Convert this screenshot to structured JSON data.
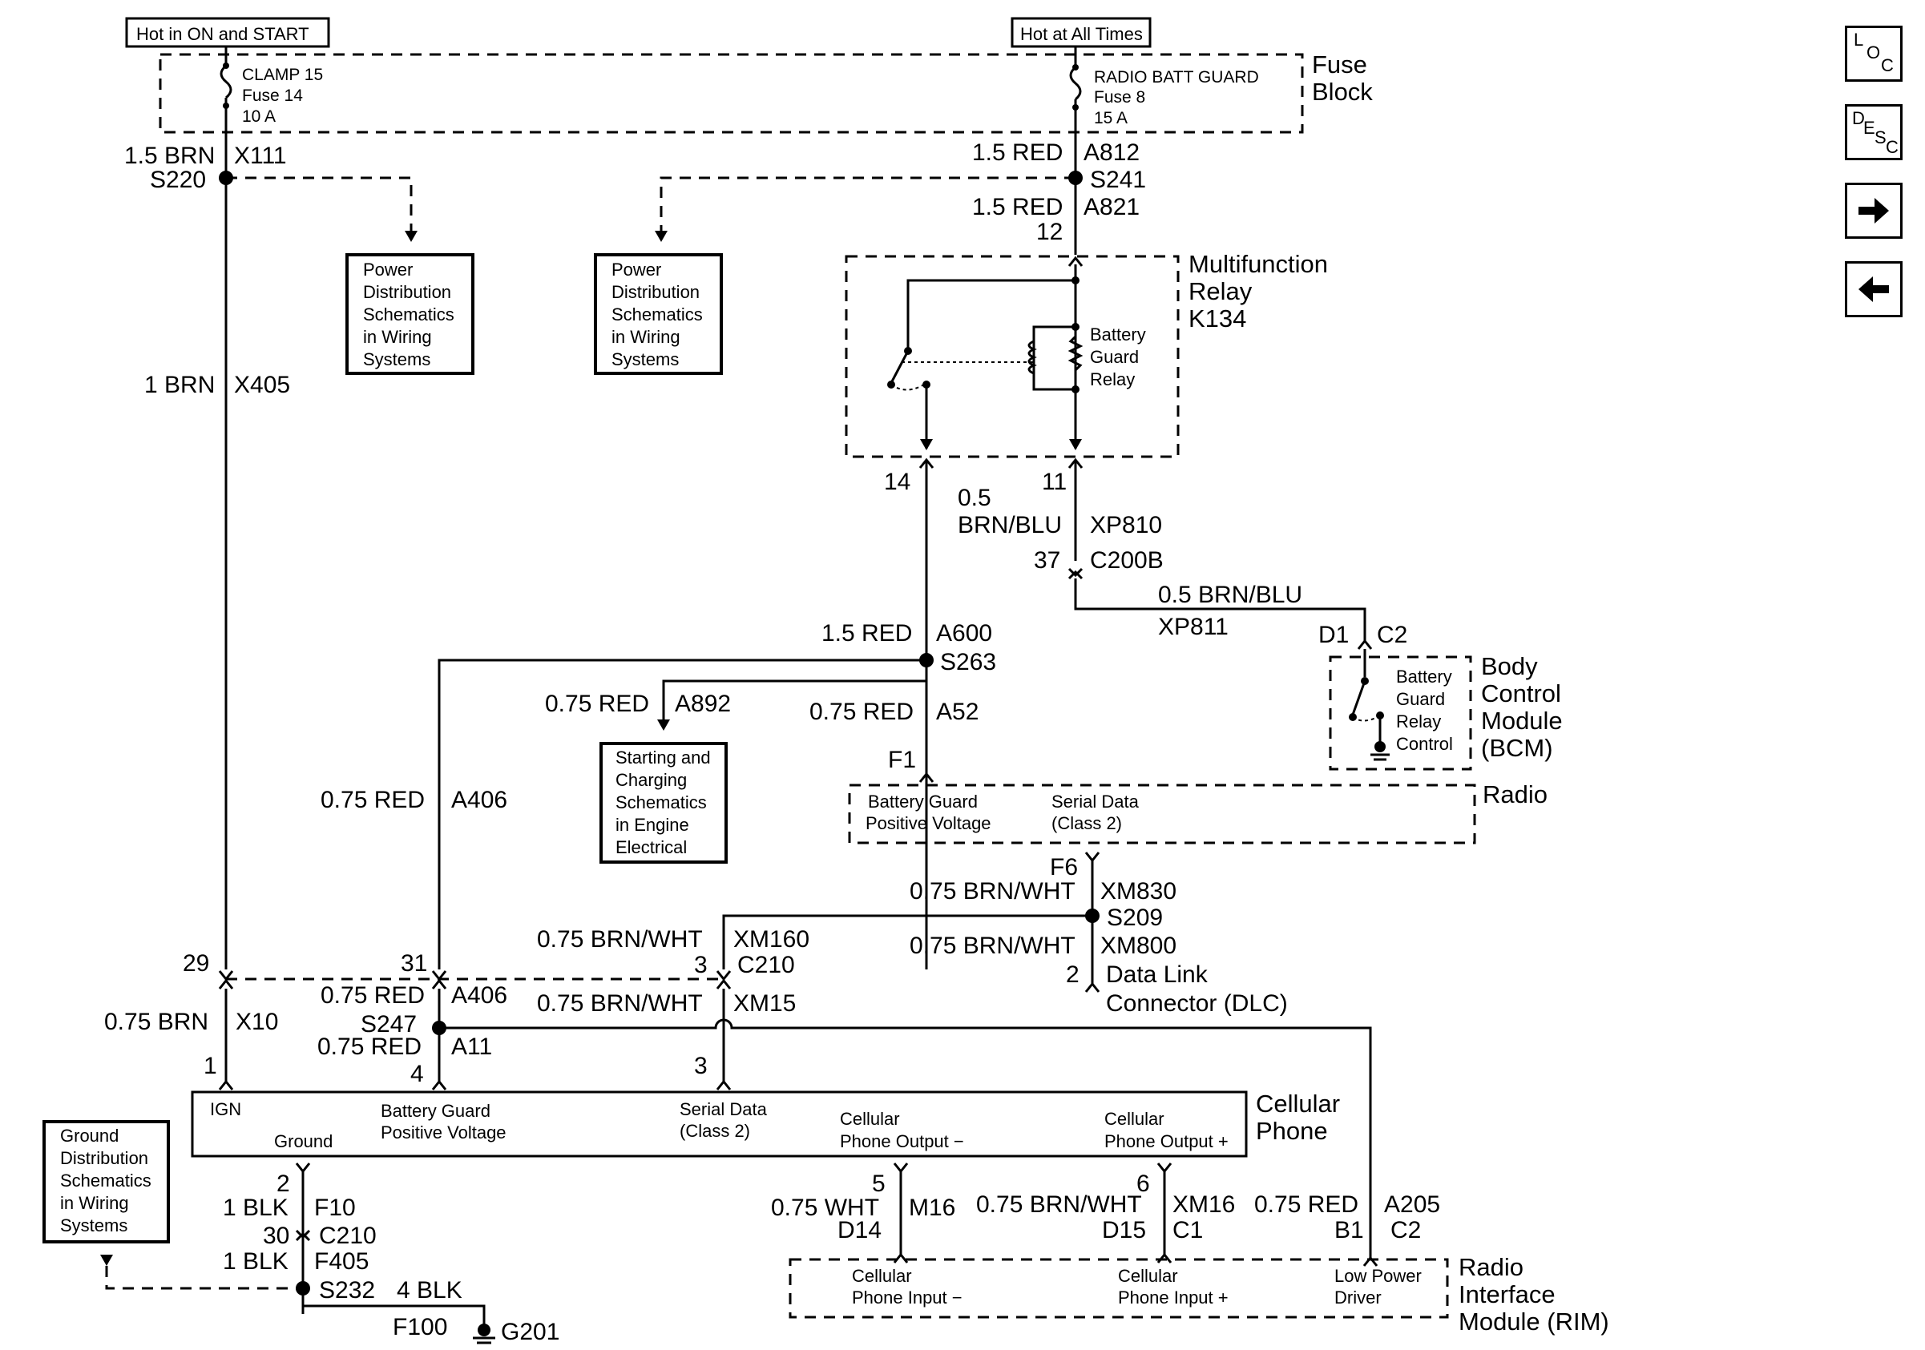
{
  "labels": {
    "hot_on_start": "Hot in ON and START",
    "hot_all_times": "Hot at All Times",
    "fuse_block_1": "Fuse",
    "fuse_block_2": "Block",
    "fuse14_a": "CLAMP 15",
    "fuse14_b": "Fuse 14",
    "fuse14_c": "10 A",
    "fuse8_a": "RADIO BATT GUARD",
    "fuse8_b": "Fuse 8",
    "fuse8_c": "15 A",
    "w_15brn": "1.5 BRN",
    "c_x111": "X111",
    "s220": "S220",
    "w_15red_a": "1.5 RED",
    "c_a812": "A812",
    "s241": "S241",
    "w_15red_b": "1.5 RED",
    "c_a821": "A821",
    "pin12": "12",
    "pd1": [
      "Power",
      "Distribution",
      "Schematics",
      "in Wiring",
      "Systems"
    ],
    "pd2": [
      "Power",
      "Distribution",
      "Schematics",
      "in Wiring",
      "Systems"
    ],
    "w_1brn": "1 BRN",
    "c_x405": "X405",
    "relay_1": "Multifunction",
    "relay_2": "Relay",
    "relay_3": "K134",
    "bgr_1": "Battery",
    "bgr_2": "Guard",
    "bgr_3": "Relay",
    "pin14": "14",
    "pin11": "11",
    "w_05": "0.5",
    "w_brnblu": "BRN/BLU",
    "c_xp810": "XP810",
    "pin37": "37",
    "c_c200b": "C200B",
    "w_05brnblu": "0.5 BRN/BLU",
    "c_xp811": "XP811",
    "pin_d1": "D1",
    "c_c2a": "C2",
    "bcm_1": "Body",
    "bcm_2": "Control",
    "bcm_3": "Module",
    "bcm_4": "(BCM)",
    "bgrc_1": "Battery",
    "bgrc_2": "Guard",
    "bgrc_3": "Relay",
    "bgrc_4": "Control",
    "w_15red_c": "1.5 RED",
    "c_a600": "A600",
    "s263": "S263",
    "w_075red_a892": "0.75 RED",
    "c_a892": "A892",
    "w_075red_a52": "0.75 RED",
    "c_a52": "A52",
    "sc": [
      "Starting and",
      "Charging",
      "Schematics",
      "in Engine",
      "Electrical"
    ],
    "pin_f1": "F1",
    "radio": "Radio",
    "radio_bg_1": "Battery Guard",
    "radio_bg_2": "Positive Voltage",
    "radio_sd_1": "Serial Data",
    "radio_sd_2": "(Class 2)",
    "w_075red_a406": "0.75 RED",
    "c_a406": "A406",
    "pin_f6": "F6",
    "w_brnwht_xm830": "0.75 BRN/WHT",
    "c_xm830": "XM830",
    "s209": "S209",
    "w_brnwht_xm160": "0.75 BRN/WHT",
    "c_xm160": "XM160",
    "pin3a": "3",
    "c_c210a": "C210",
    "w_brnwht_xm800": "0.75 BRN/WHT",
    "c_xm800": "XM800",
    "pin2a": "2",
    "dlc_1": "Data Link",
    "dlc_2": "Connector (DLC)",
    "pin29": "29",
    "pin31": "31",
    "w_075red_a406b": "0.75 RED",
    "c_a406b": "A406",
    "s247": "S247",
    "w_brnwht_xm15": "0.75 BRN/WHT",
    "c_xm15": "XM15",
    "w_075brn": "0.75 BRN",
    "c_x10": "X10",
    "w_075red_a11": "0.75 RED",
    "c_a11": "A11",
    "pin1": "1",
    "pin4": "4",
    "pin3b": "3",
    "cp_1": "Cellular",
    "cp_2": "Phone",
    "cp_ign": "IGN",
    "cp_gnd": "Ground",
    "cp_bg_1": "Battery Guard",
    "cp_bg_2": "Positive Voltage",
    "cp_sd_1": "Serial Data",
    "cp_sd_2": "(Class 2)",
    "cp_out_m_1": "Cellular",
    "cp_out_m_2": "Phone Output −",
    "cp_out_p_1": "Cellular",
    "cp_out_p_2": "Phone Output +",
    "gd": [
      "Ground",
      "Distribution",
      "Schematics",
      "in Wiring",
      "Systems"
    ],
    "pin2b": "2",
    "w_1blk_a": "1 BLK",
    "c_f10": "F10",
    "pin30": "30",
    "c_c210b": "C210",
    "w_1blk_b": "1 BLK",
    "c_f405": "F405",
    "s232": "S232",
    "w_4blk": "4 BLK",
    "c_f100": "F100",
    "g201": "G201",
    "pin5": "5",
    "w_075wht": "0.75 WHT",
    "c_m16": "M16",
    "pin6": "6",
    "w_075brnwht_xm16": "0.75 BRN/WHT",
    "c_xm16": "XM16",
    "w_075red_a205": "0.75 RED",
    "c_a205": "A205",
    "pin_d14": "D14",
    "pin_d15": "D15",
    "c_c1": "C1",
    "pin_b1": "B1",
    "c_c2b": "C2",
    "rim_in_m_1": "Cellular",
    "rim_in_m_2": "Phone Input −",
    "rim_in_p_1": "Cellular",
    "rim_in_p_2": "Phone Input +",
    "rim_lpd_1": "Low Power",
    "rim_lpd_2": "Driver",
    "rim_1": "Radio",
    "rim_2": "Interface",
    "rim_3": "Module (RIM)"
  },
  "nav": {
    "loc": [
      "L",
      "O",
      "C"
    ],
    "desc": [
      "D",
      "E",
      "S",
      "C"
    ],
    "next_icon": "arrow-right-icon",
    "prev_icon": "arrow-left-icon"
  }
}
